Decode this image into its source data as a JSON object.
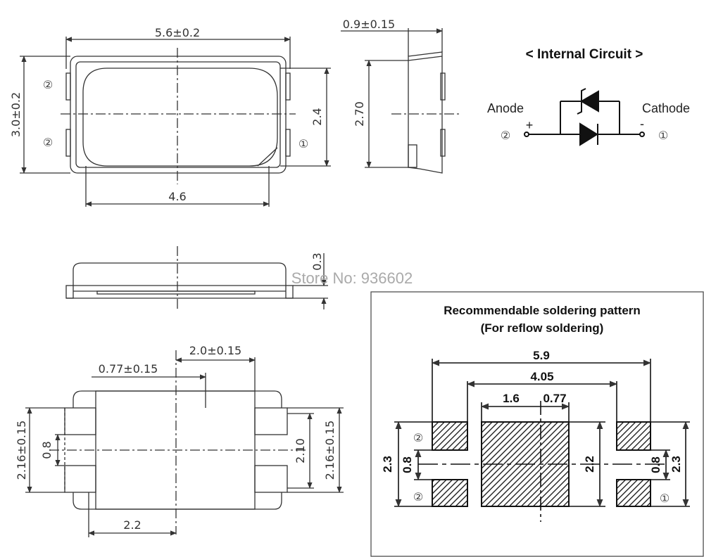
{
  "top_view": {
    "width": "5.6±0.2",
    "height": "3.0±0.2",
    "inner_height": "2.4",
    "lens_width": "4.6",
    "pin_left_top": "②",
    "pin_left_bottom": "②",
    "pin_right": "①"
  },
  "side_view": {
    "depth": "0.9±0.15",
    "height": "2.70"
  },
  "internal_circuit": {
    "title": "< Internal Circuit >",
    "anode_label": "Anode",
    "cathode_label": "Cathode",
    "plus": "+",
    "minus": "-",
    "anode_pin": "②",
    "cathode_pin": "①"
  },
  "front_view": {
    "pad_height": "0.3"
  },
  "store_label": "Store No: 936602",
  "bottom_view": {
    "pad_width": "2.0±0.15",
    "pad_small": "0.77±0.15",
    "height_left": "2.16±0.15",
    "gap": "0.8",
    "inner_height": "2.10",
    "height_right": "2.16±0.15",
    "bottom_width": "2.2"
  },
  "solder_pattern": {
    "title": "Recommendable soldering pattern",
    "subtitle": "(For reflow soldering)",
    "total_width": "5.9",
    "inner_width": "4.05",
    "center_width": "1.6",
    "center_offset": "0.77",
    "height_left": "2.3",
    "gap_left": "0.8",
    "center_height": "2.2",
    "gap_right": "0.8",
    "height_right": "2.3",
    "pin_top_left": "②",
    "pin_bottom_left": "②",
    "pin_right": "①"
  }
}
